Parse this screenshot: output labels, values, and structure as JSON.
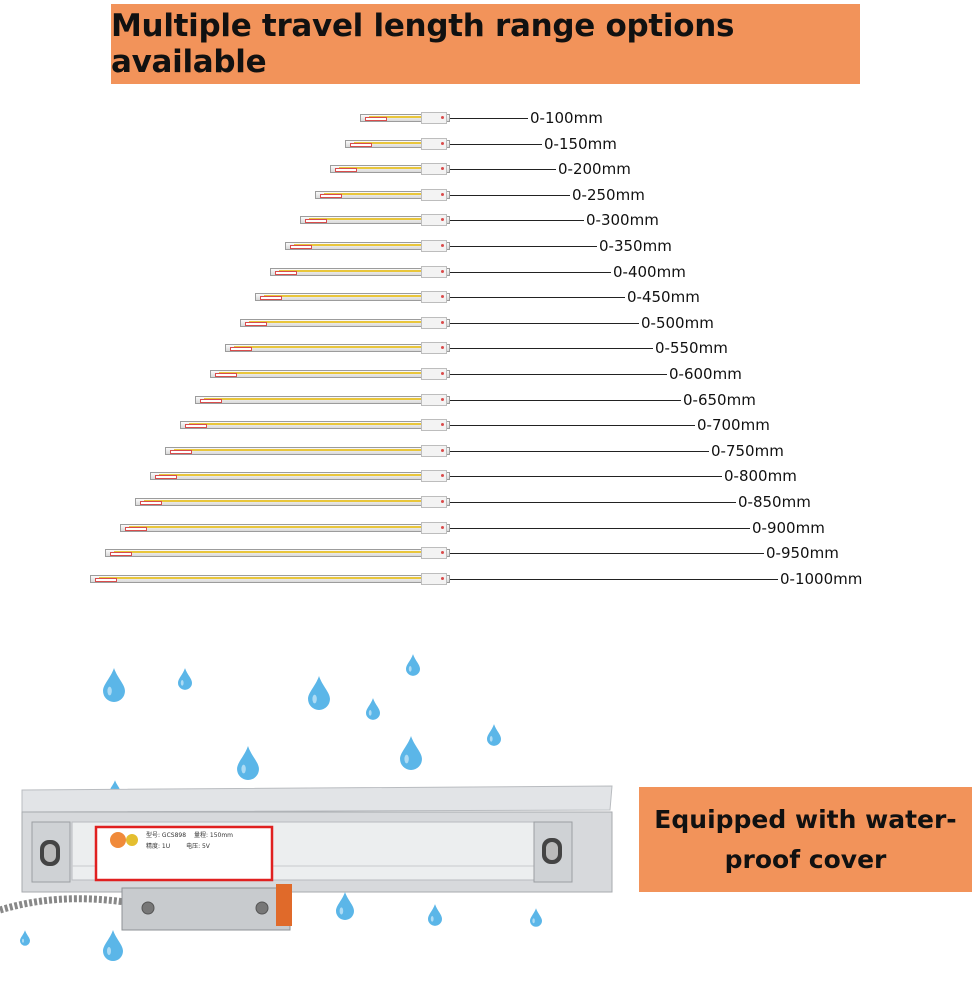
{
  "banner": {
    "title": "Multiple travel length range options available"
  },
  "ranges": [
    "0-100mm",
    "0-150mm",
    "0-200mm",
    "0-250mm",
    "0-300mm",
    "0-350mm",
    "0-400mm",
    "0-450mm",
    "0-500mm",
    "0-550mm",
    "0-600mm",
    "0-650mm",
    "0-700mm",
    "0-750mm",
    "0-800mm",
    "0-850mm",
    "0-900mm",
    "0-950mm",
    "0-1000mm"
  ],
  "cover_badge": {
    "line1": "Equipped with water-",
    "line2": "proof cover"
  },
  "label_plate": {
    "model_label": "型号: GCS898",
    "range_label": "量程: 150mm",
    "accuracy_label": "精度: 1U",
    "voltage_label": "电压: 5V"
  },
  "colors": {
    "banner": "#f2935a",
    "drop": "#5bb6e8",
    "scale_strip": "#e9c63b"
  }
}
